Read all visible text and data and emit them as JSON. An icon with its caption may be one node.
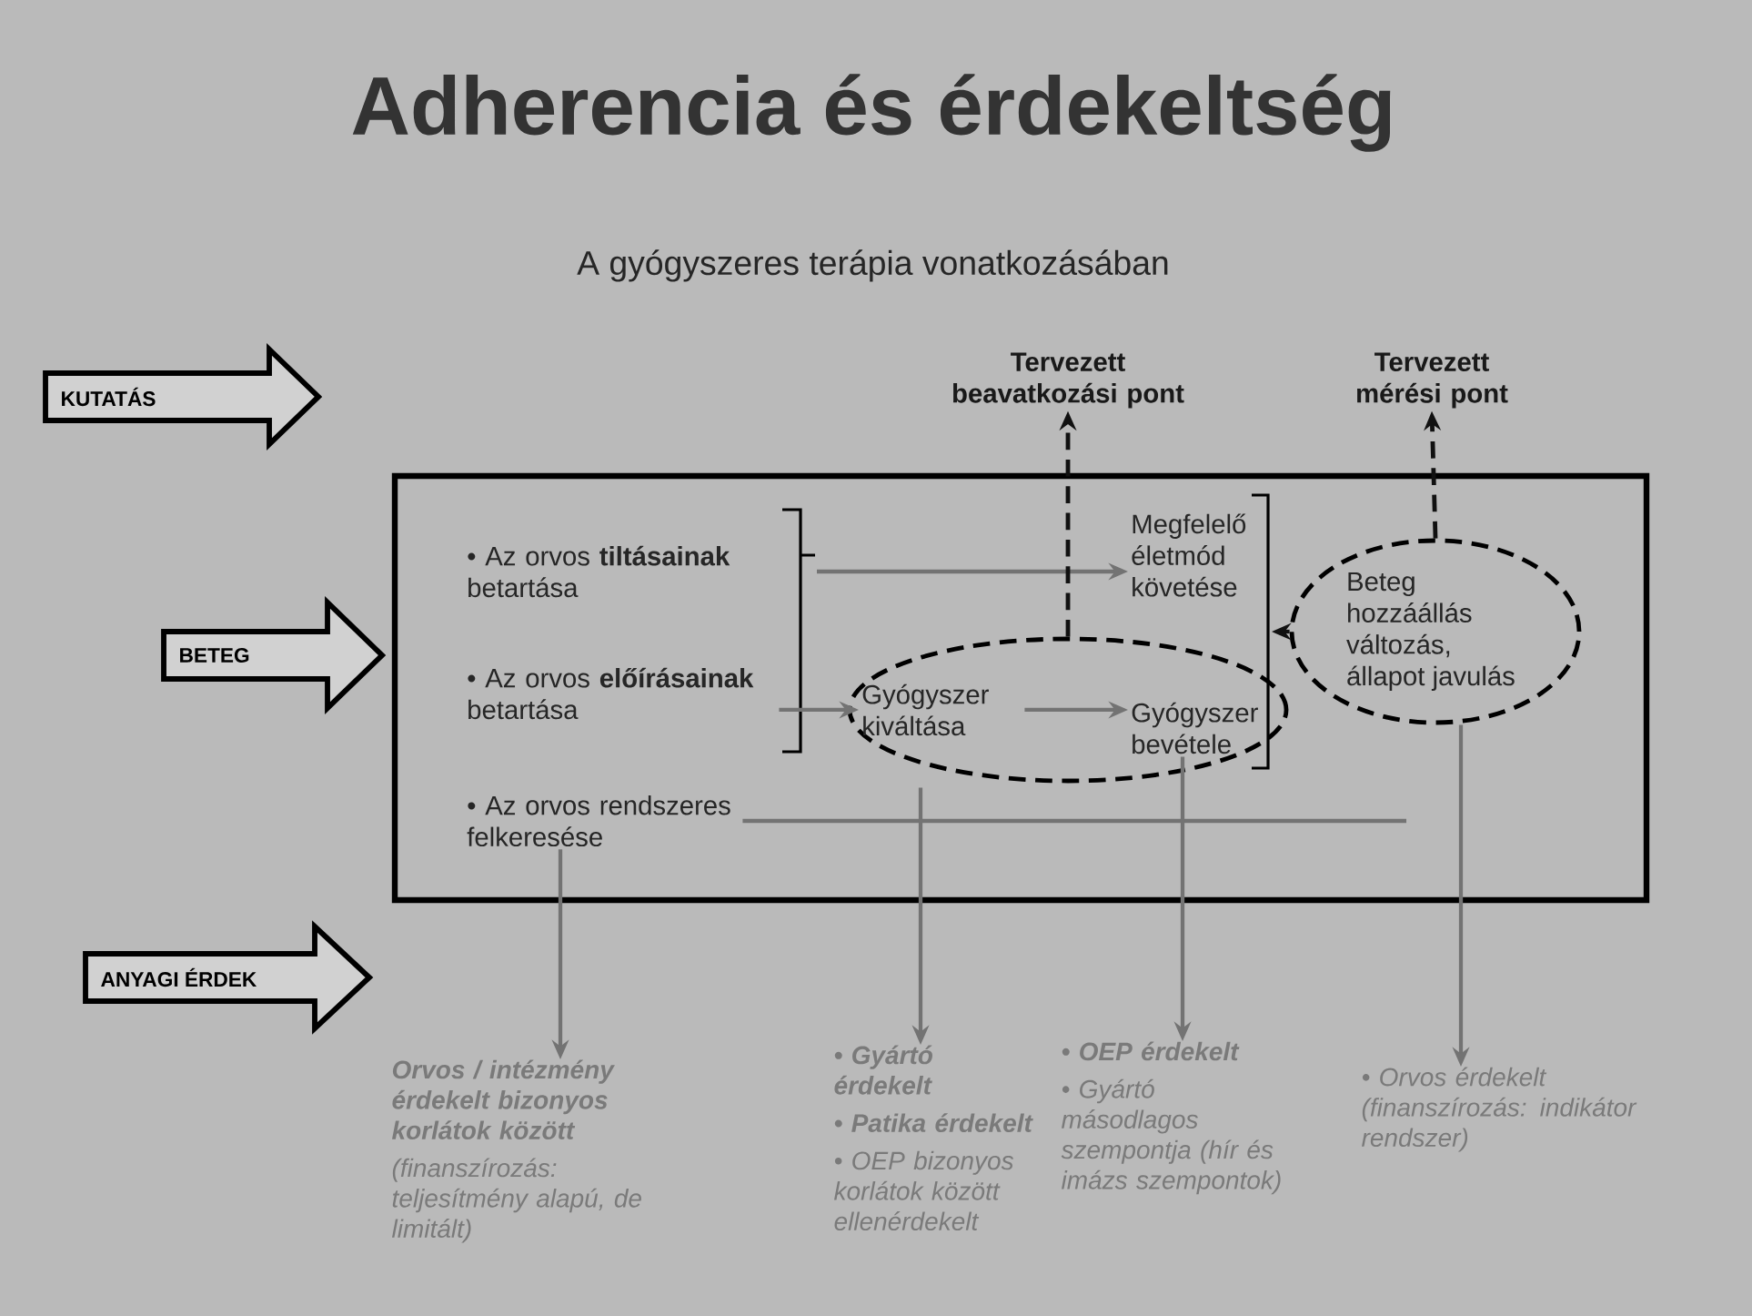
{
  "diagram": {
    "title": "Adherencia és érdekeltség",
    "nodes": [
      {
        "text": [
          "KUTATÁS"
        ]
      },
      {
        "text": [
          "BETEG"
        ]
      },
      {
        "text": [
          "ANYAGI ÉRDEK"
        ]
      },
      {
        "text": [],
        "shape": "box"
      },
      {
        "text": [
          "• Az orvos **tiltásainak** betartása"
        ],
        "in": 3
      },
      {
        "text": [
          "• Az orvos **előírásainak** betartása"
        ],
        "in": 3
      },
      {
        "text": [
          "• Az orvos rendszeres felkeresése"
        ],
        "in": 3
      },
      {
        "text": [],
        "shape": "ellipse",
        "in": 3
      },
      {
        "text": [
          "Gyógyszer kiváltása"
        ],
        "in": 7
      },
      {
        "text": [
          "Gyógyszer bevétele"
        ],
        "in": 7
      },
      {
        "text": [
          "Megfelelő életmód követése"
        ],
        "in": 3
      },
      {
        "text": [
          "Beteg hozzáállás változás, állapot javulás"
        ],
        "in": 3
      },
      {
        "text": [
          "Tervezett beavatkozási pont"
        ]
      },
      {
        "text": [
          "Tervezett mérési pont"
        ]
      },
      {
        "text": [
          "Orvos / intézmény érdekelt bizonyos korlátok között",
          "(finanszírozás: teljesítmény alapú, de limitált)"
        ]
      },
      {
        "text": [
          "• Gyártó érdekelt",
          "• Patika érdekelt",
          "• OEP bizonyos korlátok között ellenérdekelt"
        ]
      },
      {
        "text": [
          "• OEP érdekelt",
          "• Gyártó másodlagos szempontja (hír és imázs szempontok)"
        ]
      },
      {
        "text": [
          "• Orvos érdekelt (finanszírozás: indikátor rendszer)"
        ]
      }
    ],
    "edges": [
      {
        "from": 4,
        "to": 10,
        "arrow": "to"
      },
      {
        "from": 5,
        "to": 8,
        "arrow": "to"
      },
      {
        "from": 8,
        "to": 9,
        "arrow": "to"
      },
      {
        "from": 7,
        "to": 12,
        "arrow": "to",
        "style": "dashed",
        "color": "#111111"
      },
      {
        "from": 11,
        "to": 13,
        "arrow": "to",
        "style": "dashed",
        "color": "#111111"
      },
      {
        "from": 11,
        "to": null,
        "arrow": "to",
        "color": "#111111"
      },
      {
        "from": 6,
        "to": null,
        "arrow": "none"
      },
      {
        "from": 6,
        "to": 14,
        "arrow": "to"
      },
      {
        "from": 8,
        "to": 15,
        "arrow": "to"
      },
      {
        "from": 9,
        "to": 16,
        "arrow": "to"
      },
      {
        "from": 11,
        "to": 17,
        "arrow": "to"
      }
    ],
    "labels": [
      "A gyógyszeres terápia vonatkozásában"
    ]
  }
}
